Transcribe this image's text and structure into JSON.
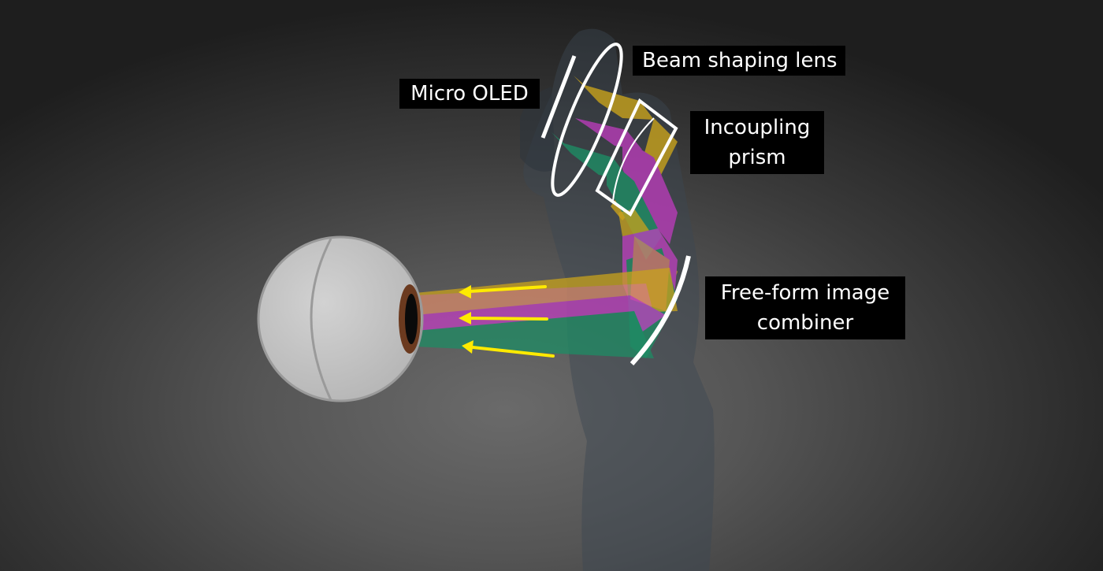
{
  "labels": {
    "micro_oled": "Micro OLED",
    "beam_shaping_lens": "Beam shaping lens",
    "incoupling_prism": [
      "Incoupling",
      "prism"
    ],
    "combiner": [
      "Free-form image",
      "combiner"
    ]
  },
  "colors": {
    "yellow_beam": "#c8a21c",
    "magenta_beam": "#c040c0",
    "green_beam": "#1e8c64",
    "arrow": "#ffea00",
    "eyeball": "#c8c8c8",
    "iris": "#6b3a1f",
    "outline": "#ffffff"
  },
  "icons": [
    "eyeball-icon",
    "pupil-icon",
    "lens-icon",
    "prism-icon",
    "combiner-mirror-icon",
    "display-panel-icon",
    "arrow-icon"
  ]
}
